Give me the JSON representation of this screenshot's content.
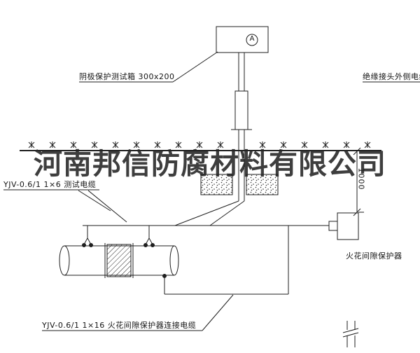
{
  "watermark": {
    "text": "河南邦信防腐材料有限公司"
  },
  "labels": {
    "test_box": "阴极保护测试箱 300x200",
    "outer_cable": "绝缘接头外侧电缆",
    "test_cable": "YJV-0.6/1 1×6  测试电缆",
    "spark_gap": "火花间隙保护器",
    "connect_cable": "YJV-0.6/1 1×16  火花间隙保护器连接电缆",
    "meter_symbol": "A",
    "dimension_depth": "1000"
  },
  "colors": {
    "line": "#1f1f1f",
    "watermark": "#232323",
    "background": "#ffffff"
  }
}
